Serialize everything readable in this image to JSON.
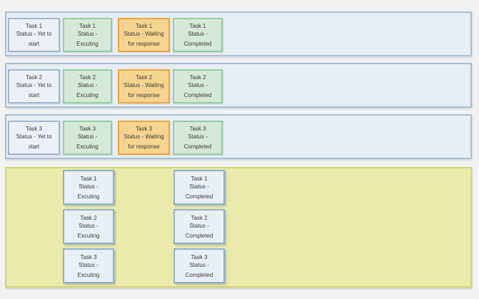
{
  "colors": {
    "page_bg": "#f2f2f2",
    "lane_fill": "#e7eef5",
    "lane_border": "#a9c0d4",
    "light_box_fill": "#ecf1f8",
    "light_box_border": "#9fb8d1",
    "green_box_fill": "#d4e9d7",
    "green_box_border": "#95cda0",
    "orange_box_fill": "#f7d48f",
    "orange_box_border": "#eaa640",
    "summary_fill": "#e9eaac",
    "summary_border": "#d3d672",
    "text": "#3b3b3b"
  },
  "lanes": [
    {
      "boxes": [
        {
          "variant": "light",
          "line1": "Task 1",
          "line2": "Status - Yet to",
          "line3": "start"
        },
        {
          "variant": "green",
          "line1": "Task 1",
          "line2": "Status -",
          "line3": "Excuting"
        },
        {
          "variant": "orange",
          "line1": "Task 1",
          "line2": "Status - Waiting",
          "line3": "for response"
        },
        {
          "variant": "green",
          "line1": "Task 1",
          "line2": "Status -",
          "line3": "Completed"
        }
      ]
    },
    {
      "boxes": [
        {
          "variant": "light",
          "line1": "Task 2",
          "line2": "Status - Yet to",
          "line3": "start"
        },
        {
          "variant": "green",
          "line1": "Task 2",
          "line2": "Status -",
          "line3": "Excuting"
        },
        {
          "variant": "orange",
          "line1": "Task 2",
          "line2": "Status - Waiting",
          "line3": "for response"
        },
        {
          "variant": "green",
          "line1": "Task 2",
          "line2": "Status -",
          "line3": "Completed"
        }
      ]
    },
    {
      "boxes": [
        {
          "variant": "light",
          "line1": "Task 3",
          "line2": "Status - Yet to",
          "line3": "start"
        },
        {
          "variant": "green",
          "line1": "Task 3",
          "line2": "Status -",
          "line3": "Excuting"
        },
        {
          "variant": "orange",
          "line1": "Task 3",
          "line2": "Status - Waiting",
          "line3": "for response"
        },
        {
          "variant": "green",
          "line1": "Task 3",
          "line2": "Status -",
          "line3": "Completed"
        }
      ]
    }
  ],
  "summary": {
    "executing_column": [
      {
        "line1": "Task 1",
        "line2": "Status -",
        "line3": "Excuting"
      },
      {
        "line1": "Task 2",
        "line2": "Status -",
        "line3": "Excuting"
      },
      {
        "line1": "Task 3",
        "line2": "Status -",
        "line3": "Excuting"
      }
    ],
    "completed_column": [
      {
        "line1": "Task 1",
        "line2": "Status -",
        "line3": "Completed"
      },
      {
        "line1": "Task 2",
        "line2": "Status -",
        "line3": "Completed"
      },
      {
        "line1": "Task 3",
        "line2": "Status -",
        "line3": "Completed"
      }
    ]
  }
}
